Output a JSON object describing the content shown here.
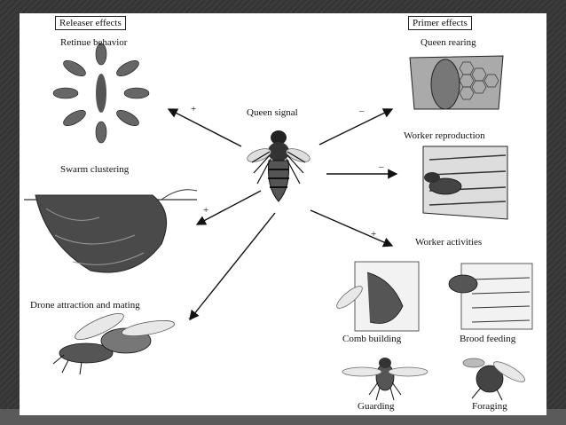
{
  "headers": {
    "releaser": "Releaser effects",
    "primer": "Primer effects"
  },
  "center": {
    "label": "Queen signal"
  },
  "releaser_items": [
    {
      "label": "Retinue behavior",
      "sign": "+"
    },
    {
      "label": "Swarm clustering",
      "sign": "+"
    },
    {
      "label": "Drone attraction and mating",
      "sign": "+"
    }
  ],
  "primer_items": [
    {
      "label": "Queen rearing",
      "sign": "–"
    },
    {
      "label": "Worker reproduction",
      "sign": "–"
    },
    {
      "label": "Worker activities",
      "sign": "+"
    }
  ],
  "worker_activities": [
    {
      "label": "Comb building"
    },
    {
      "label": "Brood feeding"
    },
    {
      "label": "Guarding"
    },
    {
      "label": "Foraging"
    }
  ]
}
